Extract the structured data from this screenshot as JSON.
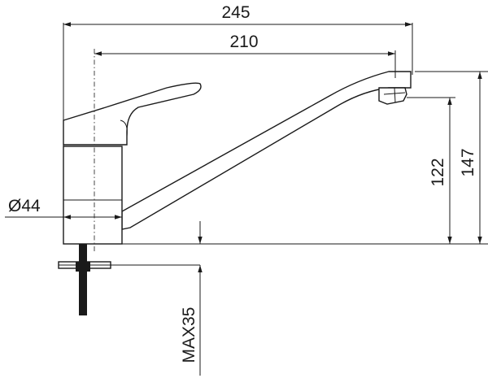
{
  "drawing": {
    "subject": "faucet-technical-drawing",
    "dimensions": {
      "overall_width": "245",
      "spout_reach": "210",
      "spout_height": "122",
      "overall_height": "147",
      "base_diameter": "Ø44",
      "max_countertop_thickness": "MAX35"
    }
  }
}
